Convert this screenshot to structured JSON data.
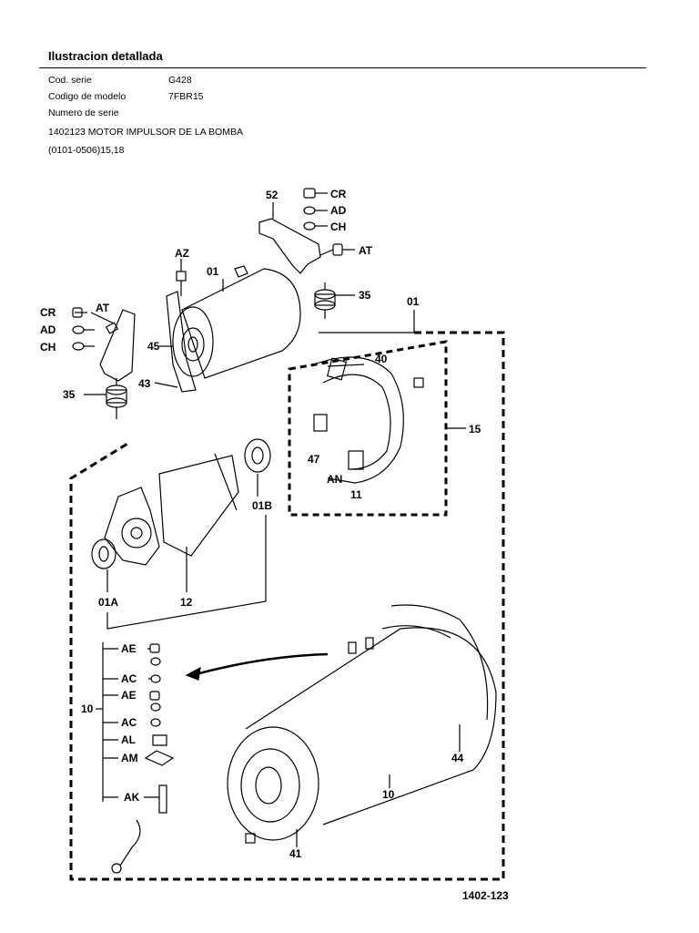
{
  "header": {
    "title": "Ilustracion detallada",
    "rows": [
      {
        "label": "Cod. serie",
        "value": "G428"
      },
      {
        "label": "Codigo de modelo",
        "value": "7FBR15"
      },
      {
        "label": "Numero de serie",
        "value": ""
      }
    ],
    "part_line": "1402123   MOTOR IMPULSOR DE LA BOMBA",
    "range_line": "(0101-0506)15,18"
  },
  "diagram": {
    "figure_number": "1402-123",
    "labels": {
      "p52": "52",
      "cr_top": "CR",
      "ad_top": "AD",
      "ch_top": "CH",
      "at_top": "AT",
      "az": "AZ",
      "p01_top": "01",
      "p35_top": "35",
      "p01_frame": "01",
      "cr_left": "CR",
      "ad_left": "AD",
      "ch_left": "CH",
      "at_left": "AT",
      "p45": "45",
      "p43": "43",
      "p35_left": "35",
      "p40": "40",
      "p15": "15",
      "p47": "47",
      "an": "AN",
      "p11": "11",
      "p01b": "01B",
      "p01a": "01A",
      "p12": "12",
      "ae1": "AE",
      "ac1": "AC",
      "ae2": "AE",
      "ac2": "AC",
      "al": "AL",
      "am": "AM",
      "ak": "AK",
      "p10_left": "10",
      "p44": "44",
      "p10_bottom": "10",
      "p41": "41"
    }
  }
}
